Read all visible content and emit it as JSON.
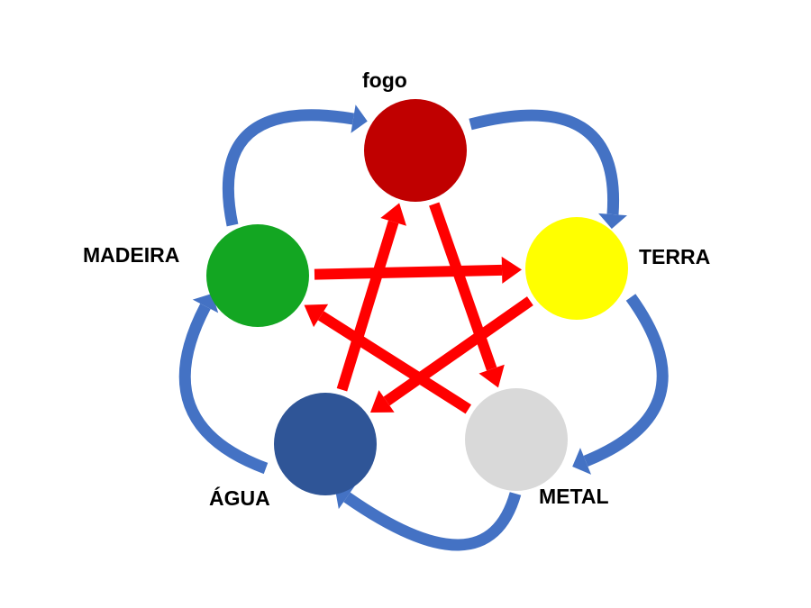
{
  "elements": [
    {
      "id": "fogo",
      "label": "fogo",
      "color": "#c00000"
    },
    {
      "id": "terra",
      "label": "TERRA",
      "color": "#ffff00"
    },
    {
      "id": "metal",
      "label": "METAL",
      "color": "#d9d9d9"
    },
    {
      "id": "agua",
      "label": "ÁGUA",
      "color": "#2f5597"
    },
    {
      "id": "madeira",
      "label": "MADEIRA",
      "color": "#13a622"
    }
  ],
  "generating_cycle": {
    "color": "#4472c4",
    "arrows": [
      [
        "madeira",
        "fogo"
      ],
      [
        "fogo",
        "terra"
      ],
      [
        "terra",
        "metal"
      ],
      [
        "metal",
        "agua"
      ],
      [
        "agua",
        "madeira"
      ]
    ]
  },
  "controlling_cycle": {
    "color": "#ff0000",
    "arrows": [
      [
        "madeira",
        "terra"
      ],
      [
        "terra",
        "agua"
      ],
      [
        "agua",
        "fogo"
      ],
      [
        "fogo",
        "metal"
      ],
      [
        "metal",
        "madeira"
      ]
    ]
  }
}
